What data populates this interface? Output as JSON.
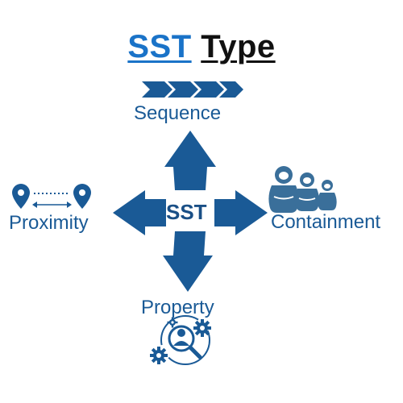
{
  "title": {
    "part1": "SST",
    "part2": "Type"
  },
  "center": "SST",
  "branches": {
    "top": "Sequence",
    "left": "Proximity",
    "right": "Containment",
    "bottom": "Property"
  },
  "icons": {
    "top": "chevron-sequence-icon",
    "left": "location-pins-distance-icon",
    "right": "nesting-dolls-icon",
    "bottom": "person-search-gears-icon"
  },
  "colors": {
    "primary": "#1a5a96",
    "title_accent": "#1a73c8",
    "title_dark": "#111111"
  }
}
